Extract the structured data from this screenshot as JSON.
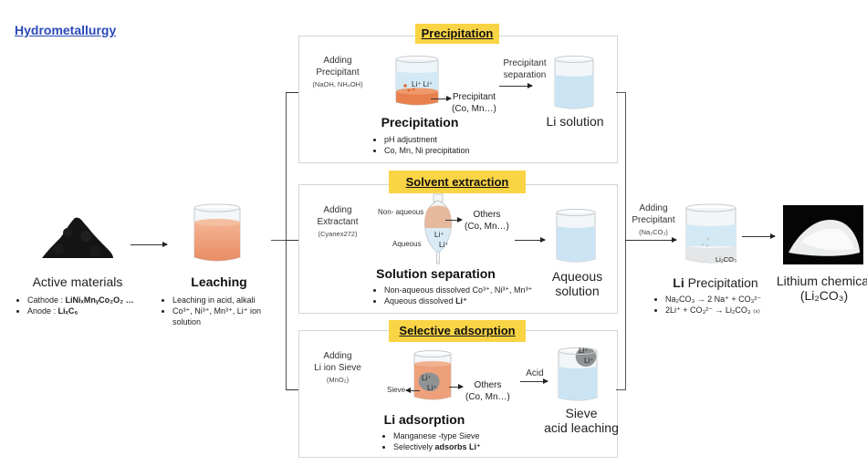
{
  "title": "Hydrometallurgy",
  "colors": {
    "title_link": "#2a4ab8",
    "tag_yellow": "#f9d445",
    "leach_orange": "#f0a27b",
    "water_blue": "#cfe7f4",
    "sieve_gray": "#8f9393"
  },
  "active_materials": {
    "label": "Active materials",
    "icon": "powder-pile-icon",
    "bullets": [
      {
        "prefix": "Cathode : ",
        "formula": "LiNiₓMnᵧCo₂O₂ …"
      },
      {
        "prefix": "Anode    : ",
        "formula": "LiₓC₆"
      }
    ]
  },
  "leaching": {
    "label": "Leaching",
    "icon": "orange-beaker-icon",
    "bullets": [
      "Leaching in acid, alkali",
      "Co³⁺, Ni³⁺, Mn³⁺, Li⁺ ion solution"
    ]
  },
  "precipitation": {
    "tag": "Precipitation",
    "input": {
      "line1": "Adding",
      "line2": "Precipitant",
      "line3": "(NaOH, NH₄OH)"
    },
    "beaker_ions": "Li⁺  Li⁺",
    "output_label_1": "Precipitant",
    "output_label_2": "(Co, Mn…)",
    "heading": "Precipitation",
    "bullets": [
      "pH adjustment",
      "Co, Mn, Ni precipitation"
    ],
    "separation": {
      "line1": "Precipitant",
      "line2": "separation"
    },
    "result": "Li solution"
  },
  "solvent": {
    "tag": "Solvent extraction",
    "input": {
      "line1": "Adding",
      "line2": "Extractant",
      "line3": "(Cyanex272)"
    },
    "non_aqueous": "Non- aqueous",
    "aqueous": "Aqueous",
    "ion1": "Li⁺",
    "ion2": "Li⁺",
    "others_1": "Others",
    "others_2": "(Co, Mn…)",
    "heading": "Solution separation",
    "bullet1": "Non-aqueous dissolved Co³⁺, Ni³⁺, Mn³⁺",
    "bullet2_prefix": "Aqueous dissolved ",
    "bullet2_bold": "Li⁺",
    "result_1": "Aqueous",
    "result_2": "solution"
  },
  "adsorption": {
    "tag": "Selective adsorption",
    "input": {
      "line1": "Adding",
      "line2": "Li ion Sieve",
      "line3": "(MnO₂)"
    },
    "sieve": "Sieve",
    "ion1": "Li⁺",
    "ion2": "Li⁺",
    "others_1": "Others",
    "others_2": "(Co, Mn…)",
    "heading": "Li adsorption",
    "bullet1": "Manganese -type Sieve",
    "bullet2_prefix": "Selectively ",
    "bullet2_bold": "adsorbs Li⁺",
    "acid": "Acid",
    "result_1": "Sieve",
    "result_2": "acid leaching"
  },
  "li_precip": {
    "input": {
      "line1": "Adding",
      "line2": "Precipitant",
      "line3": "(Na₂CO₃)"
    },
    "beaker_label": "Li₂CO₃",
    "heading_bold": "Li",
    "heading_rest": " Precipitation",
    "bullets": [
      "Na₂CO₃ → 2 Na⁺ + CO₃²⁻",
      "2Li⁺ + CO₃²⁻ → Li₂CO₃ ₍ₛ₎"
    ]
  },
  "product": {
    "label_1": "Lithium chemical",
    "label_2": "(Li₂CO₃)",
    "icon": "white-powder-photo"
  }
}
